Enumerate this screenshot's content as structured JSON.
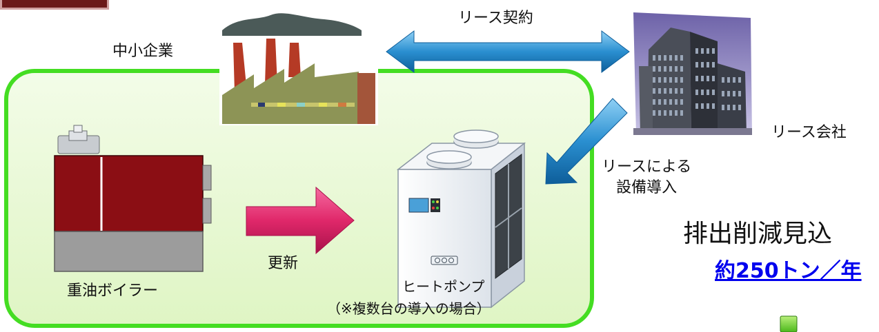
{
  "labels": {
    "sme": "中小企業",
    "lease_contract": "リース契約",
    "lease_company": "リース会社",
    "lease_install_line1": "リースによる",
    "lease_install_line2": "設備導入",
    "heavy_oil_boiler": "重油ボイラー",
    "update": "更新",
    "heat_pump": "ヒートポンプ",
    "heat_pump_note": "（※複数台の導入の場合）",
    "emission_reduction": "排出削減見込",
    "emission_value": "約250トン／年"
  },
  "colors": {
    "green_frame": "#44dd22",
    "green_fill": "#e8f8d0",
    "blue_arrow": "#2a8fd0",
    "magenta_arrow": "#e0286a",
    "boiler_red": "#8b0e14",
    "link_blue": "#0000ee"
  },
  "icons": {
    "factory": "factory-icon",
    "building": "office-building-icon",
    "boiler": "boiler-icon",
    "heat_pump": "heat-pump-icon"
  }
}
